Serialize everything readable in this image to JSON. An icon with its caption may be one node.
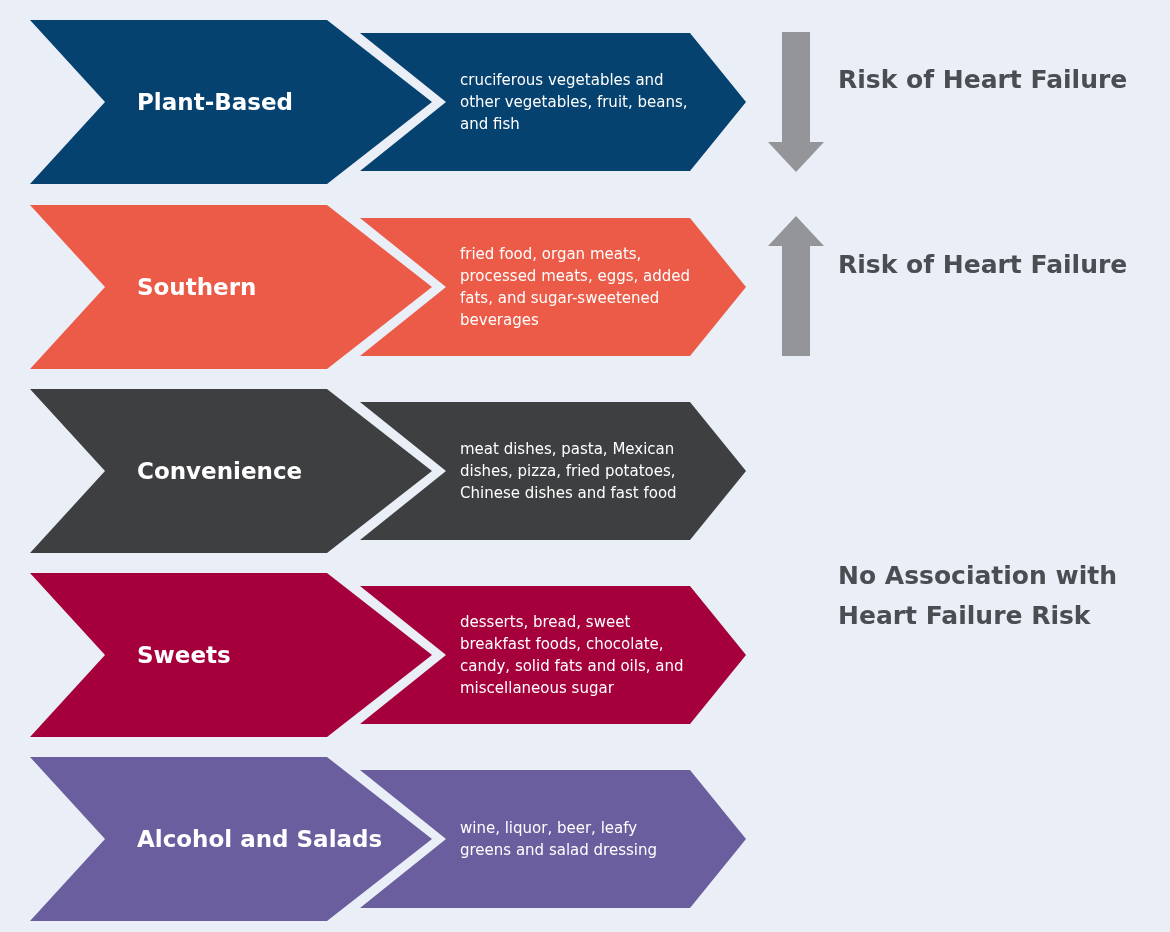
{
  "diagram": {
    "nodes": [
      {
        "text": [
          "Plant-Based"
        ]
      },
      {
        "text": [
          "cruciferous vegetables and other vegetables, fruit, beans, and fish"
        ]
      },
      {
        "text": [
          "Southern"
        ]
      },
      {
        "text": [
          "fried food, organ meats, processed meats, eggs, added fats, and sugar-sweetened beverages"
        ]
      },
      {
        "text": [
          "Convenience"
        ]
      },
      {
        "text": [
          "meat dishes, pasta, Mexican dishes, pizza, fried potatoes, Chinese dishes and fast food"
        ]
      },
      {
        "text": [
          "Sweets"
        ]
      },
      {
        "text": [
          "desserts, bread, sweet breakfast foods, chocolate, candy, solid fats and oils, and miscellaneous sugar"
        ]
      },
      {
        "text": [
          "Alcohol and Salads"
        ]
      },
      {
        "text": [
          "wine, liquor, beer, leafy greens and salad dressing"
        ]
      }
    ],
    "labels": [
      "Risk of Heart Failure",
      "Risk of Heart Failure",
      "No Association with Heart Failure Risk"
    ]
  }
}
